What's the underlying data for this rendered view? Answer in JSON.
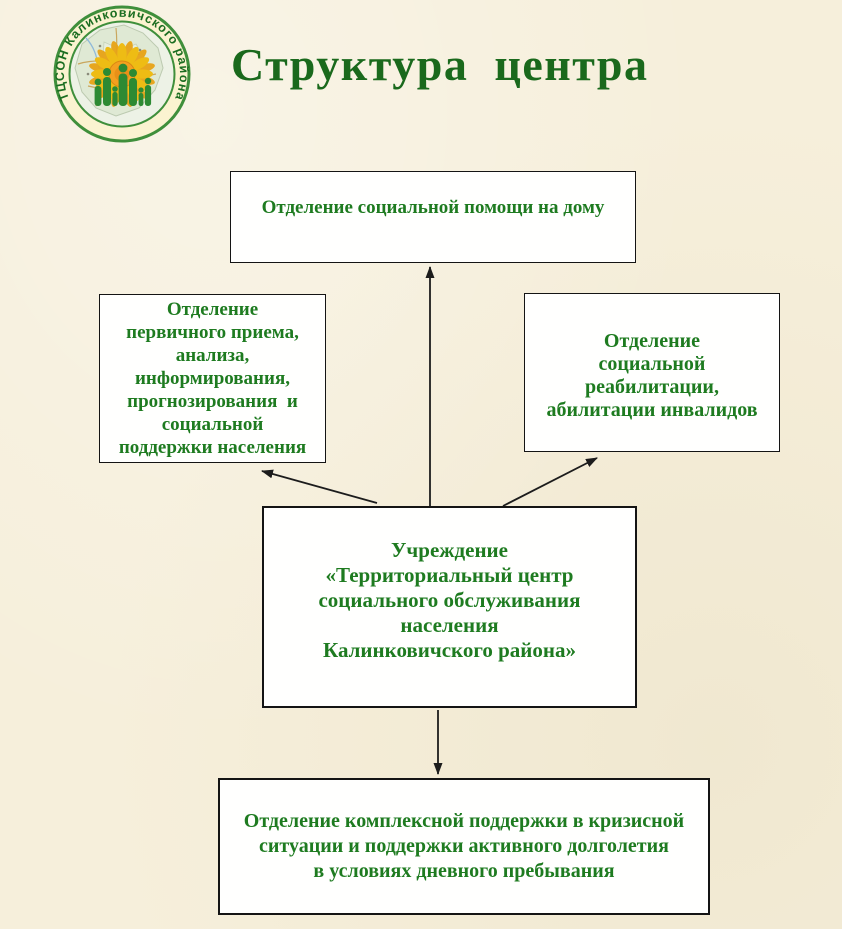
{
  "slide": {
    "background_color": "#f6efdb",
    "title": "Структура  центра",
    "title_color": "#1a691c"
  },
  "logo": {
    "ring_text": "ТЦСОН Калинковичского района",
    "colors": {
      "ring_green": "#3f8f3b",
      "ring_fill": "#fbf3d0",
      "map_fill": "#dfe9d4",
      "petal_yellow": "#eebc14",
      "sun_center_orange": "#f3a01f",
      "people_green": "#2d8a33",
      "ring_text_green": "#1c6e21"
    }
  },
  "diagram": {
    "box_text_color": "#1e7b20",
    "box_border_color": "#141414",
    "box_fill": "#fffffe",
    "arrow_color": "#1c1c1c",
    "boxes": {
      "home_care": {
        "label": "Отделение социальной помощи на дому"
      },
      "primary_reception": {
        "label": "Отделение\nпервичного приема,\nанализа,\nинформирования,\nпрогнозирования  и\nсоциальной\nподдержки населения"
      },
      "rehabilitation": {
        "label": "Отделение\nсоциальной\nреабилитации,\nабилитации инвалидов"
      },
      "institution": {
        "label": "Учреждение\n«Территориальный центр\nсоциального обслуживания\nнаселения\nКалинковичского района»"
      },
      "complex_support": {
        "label": "Отделение комплексной поддержки в кризисной\nситуации и поддержки активного долголетия\nв условиях дневного пребывания"
      }
    }
  }
}
